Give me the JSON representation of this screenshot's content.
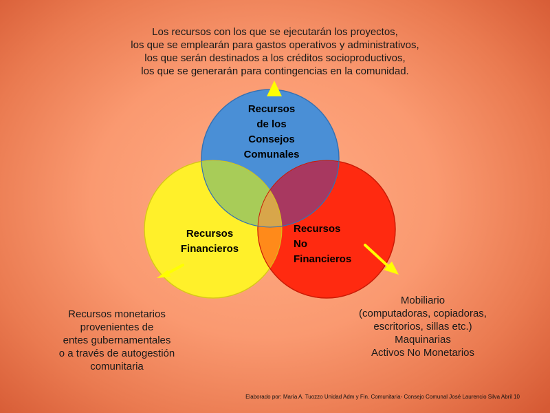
{
  "top_text": [
    "Los recursos con los que se ejecutarán los proyectos,",
    "los que se emplearán para gastos operativos y administrativos,",
    "los que serán destinados a los créditos socioproductivos,",
    "los que se generarán para contingencias en la comunidad."
  ],
  "circles": {
    "top": {
      "lines": [
        "Recursos",
        "de los",
        "Consejos",
        "Comunales"
      ],
      "color": "#4a8fd6"
    },
    "left": {
      "lines": [
        "Recursos",
        "Financieros"
      ],
      "color": "#fff02a"
    },
    "right": {
      "lines": [
        "Recursos",
        "No",
        "Financieros"
      ],
      "color": "#ff2a10"
    }
  },
  "left_text": [
    "Recursos monetarios",
    "provenientes de",
    "entes gubernamentales",
    "o a través de autogestión",
    "comunitaria"
  ],
  "right_text": [
    "Mobiliario",
    "(computadoras, copiadoras,",
    "escritorios, sillas etc.)",
    "Maquinarias",
    "Activos No Monetarios"
  ],
  "credit": "Elaborado por: María A. Tuozzo Unidad Adm y Fin. Comunitaria- Consejo Comunal José Laurencio Silva Abril 10",
  "arrow_color": "#ffff00"
}
